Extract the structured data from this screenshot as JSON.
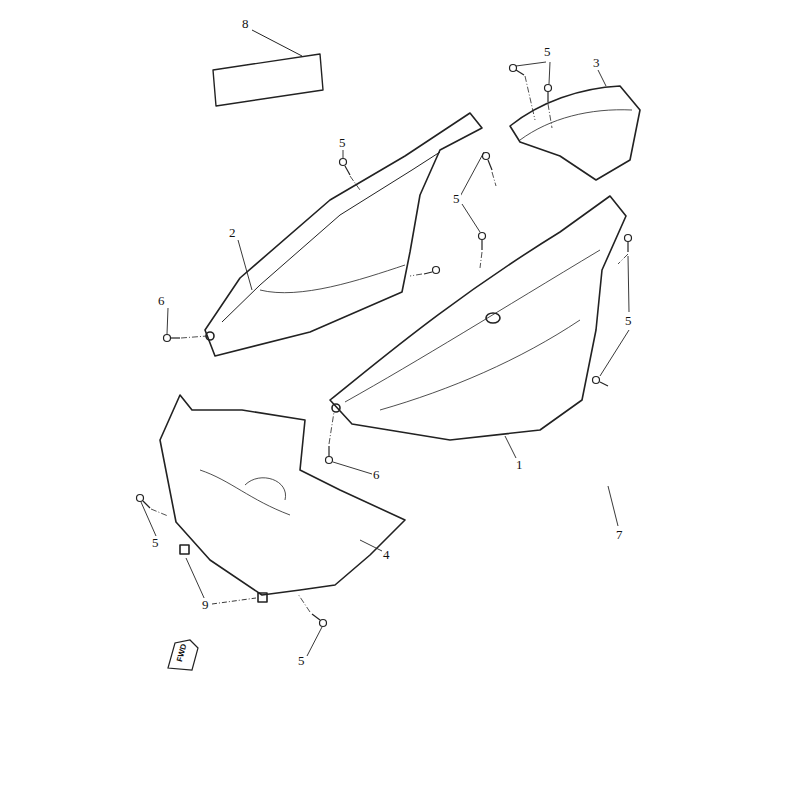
{
  "diagram": {
    "labels": [
      "8",
      "5",
      "3",
      "5",
      "2",
      "5",
      "5",
      "6",
      "6",
      "1",
      "5",
      "4",
      "9",
      "5",
      "7",
      "FWD"
    ]
  }
}
